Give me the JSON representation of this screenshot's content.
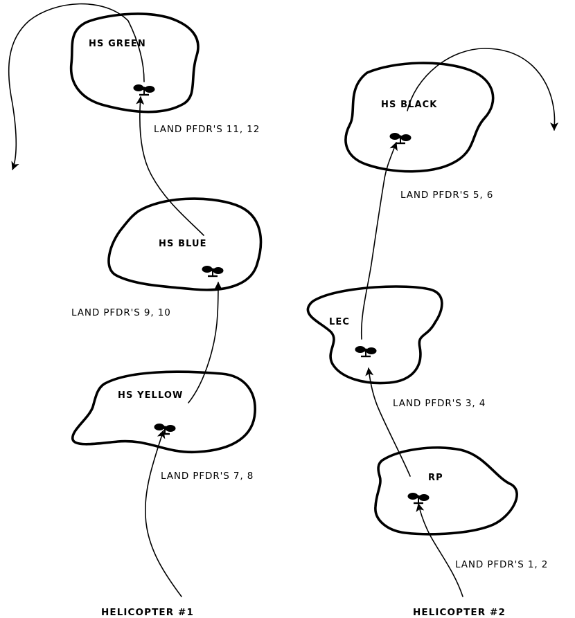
{
  "landing_zones": {
    "hs_green": {
      "label": "HS GREEN"
    },
    "hs_blue": {
      "label": "HS BLUE"
    },
    "hs_yellow": {
      "label": "HS YELLOW"
    },
    "hs_black": {
      "label": "HS BLACK"
    },
    "lec": {
      "label": "LEC"
    },
    "rp": {
      "label": "RP"
    }
  },
  "route_labels": {
    "pfdr_11_12": "LAND PFDR'S 11, 12",
    "pfdr_9_10": "LAND PFDR'S 9, 10",
    "pfdr_7_8": "LAND PFDR'S 7, 8",
    "pfdr_5_6": "LAND PFDR'S 5, 6",
    "pfdr_3_4": "LAND PFDR'S 3, 4",
    "pfdr_1_2": "LAND PFDR'S 1, 2"
  },
  "helicopters": {
    "h1": "HELICOPTER #1",
    "h2": "HELICOPTER #2"
  }
}
